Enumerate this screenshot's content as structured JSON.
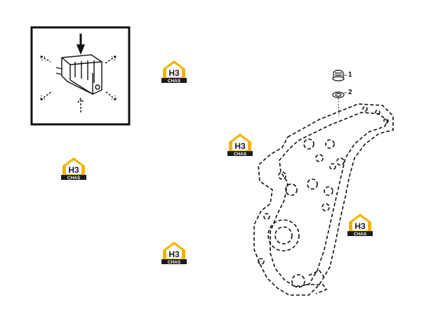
{
  "diagram": {
    "callouts": [
      {
        "id": "1",
        "label": "1"
      },
      {
        "id": "2",
        "label": "2"
      }
    ],
    "watermark": {
      "text_top": "H3",
      "text_bottom": "CHAS",
      "icon": "house-logo-icon"
    },
    "inset_icon": "block-arrows-icon",
    "colors": {
      "line": "#111111",
      "watermark_dark": "#1a1a1a",
      "watermark_accent": "#f2b400"
    }
  }
}
